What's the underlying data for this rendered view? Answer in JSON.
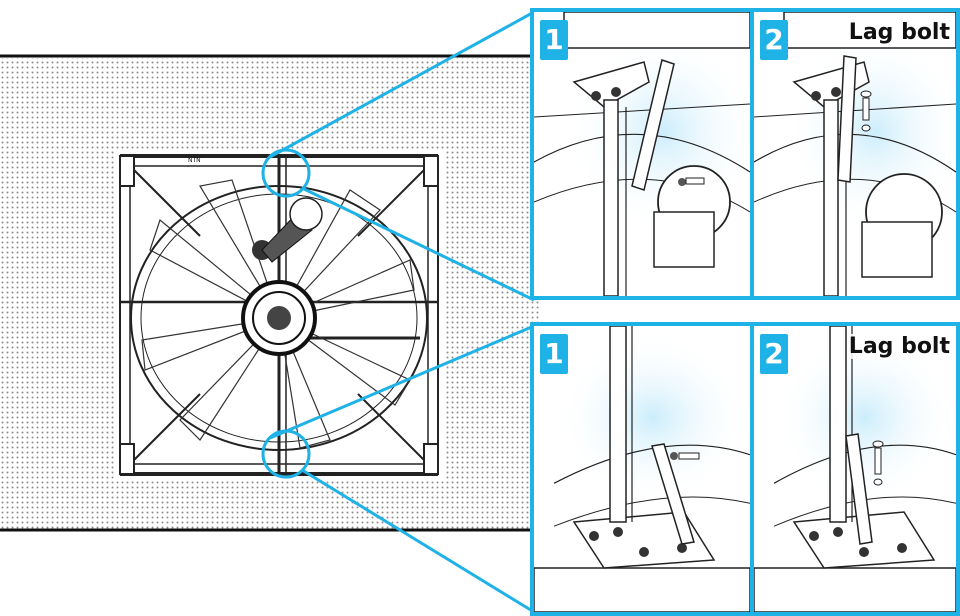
{
  "colors": {
    "accent": "#1fb2e6",
    "line_art": "#222222",
    "dotted_background": "#8a8a8a",
    "glow": "#dff3fd"
  },
  "main_view": {
    "fan_top_label": "NTN"
  },
  "callouts": {
    "top": {
      "steps": [
        {
          "number": "1",
          "label": ""
        },
        {
          "number": "2",
          "label": "Lag bolt"
        }
      ]
    },
    "bottom": {
      "steps": [
        {
          "number": "1",
          "label": ""
        },
        {
          "number": "2",
          "label": "Lag bolt"
        }
      ]
    }
  }
}
